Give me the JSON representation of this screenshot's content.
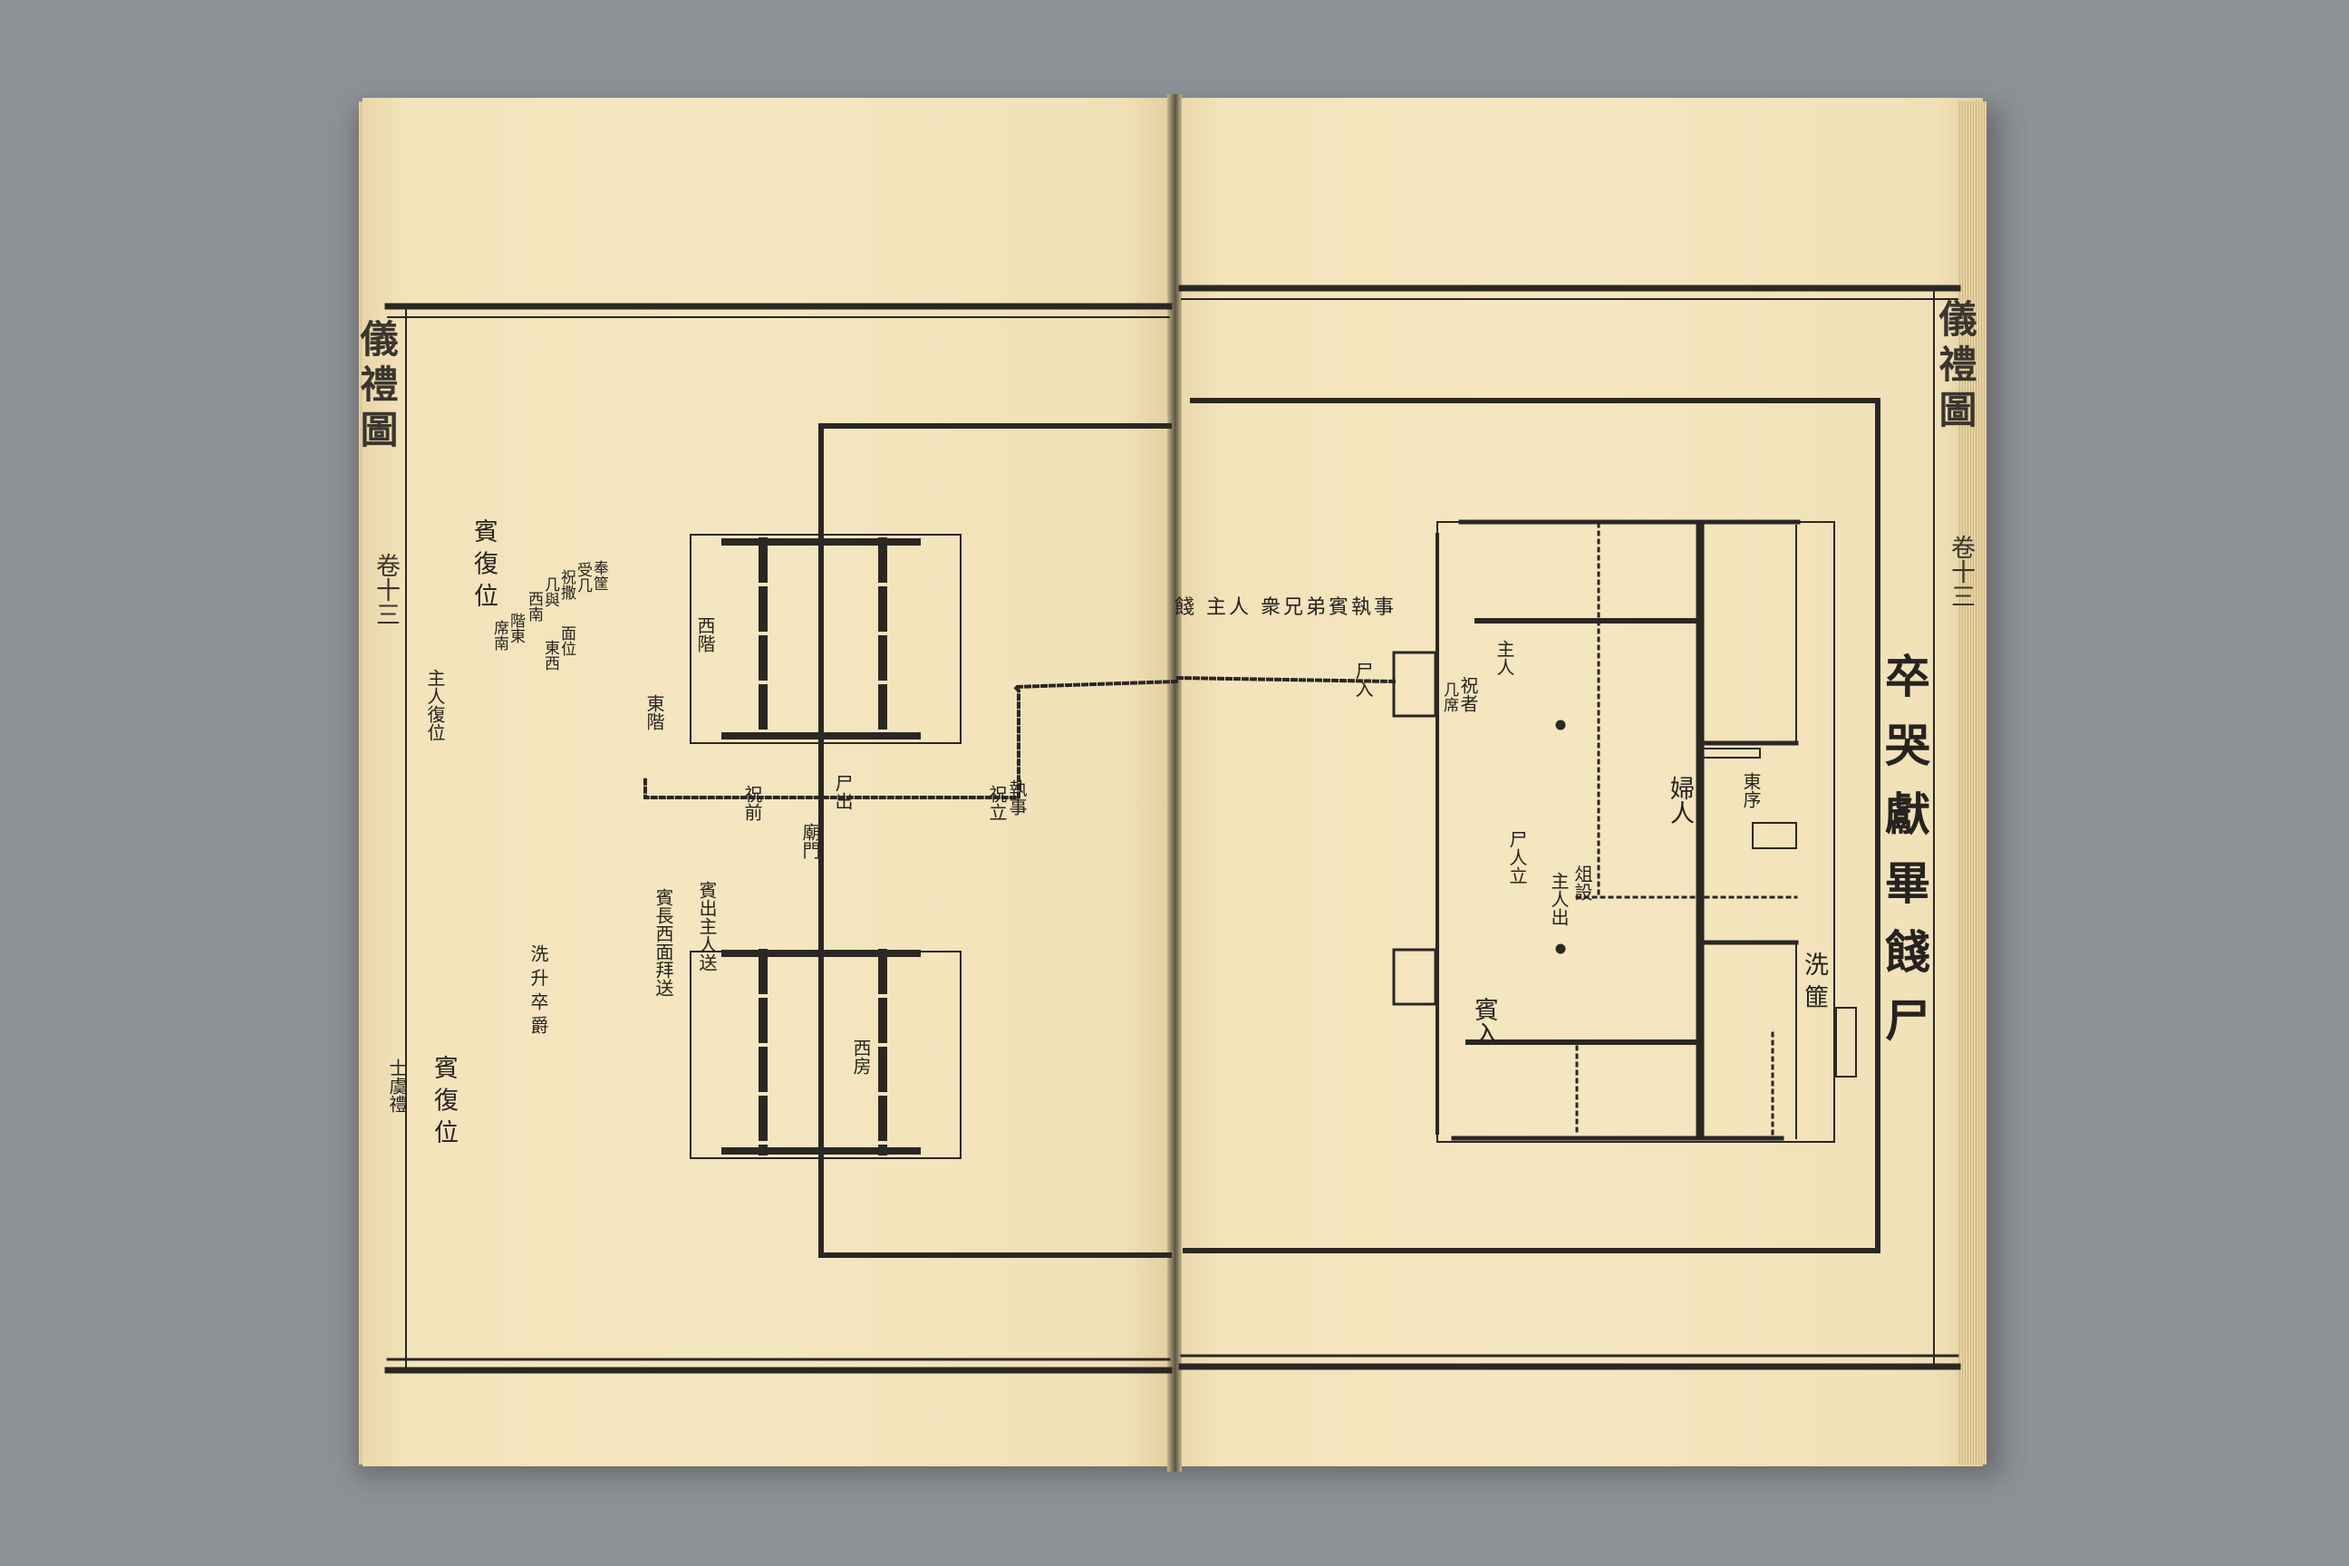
{
  "left_page": {
    "margin_title": "儀禮圖",
    "margin_chapter": "卷十三",
    "margin_footer": "士虞禮",
    "labels": {
      "bin_fu_wei_top": "賓 復 位",
      "zhu_ren_fu_wei": "主人復位",
      "ji_zhi_lines": [
        "奉筐",
        "受几",
        "祝撒",
        "几與",
        "西南"
      ],
      "dong_jie_notes": [
        "面位",
        "東西",
        "階東",
        "席南"
      ],
      "xi_jie": "西階",
      "dong_jie": "東階",
      "temple_gate": "廟門",
      "zhi_shi": "執事",
      "zhu_lu": "祝立",
      "xi_fang": "西房",
      "right_column_a": "尸出",
      "right_column_b": "祝前",
      "hall_notes_1": "賓出主人送",
      "hall_notes_2": "賓長西面拜送",
      "bin_fu_wei_bottom": "賓 復 位",
      "wash_note": "洗 升 卒 爵"
    }
  },
  "right_page": {
    "main_title": "卒哭獻畢餞尸",
    "margin_title": "儀禮圖",
    "margin_chapter": "卷十三",
    "horizontal_note": "餞 主人 衆兄弟賓執事",
    "labels": {
      "shi_ren": "尸入",
      "zhu_ren": "主人",
      "zhu_zhe": "祝者",
      "ji_xi": "几席",
      "fu_ren": "婦人",
      "shi_ren_zhi": "尸人立",
      "dong_xu": "東序",
      "xi": "洗",
      "ping": "篚",
      "bin_ru": "賓入",
      "zu_note": "俎設",
      "ju_note": "主人出"
    }
  }
}
